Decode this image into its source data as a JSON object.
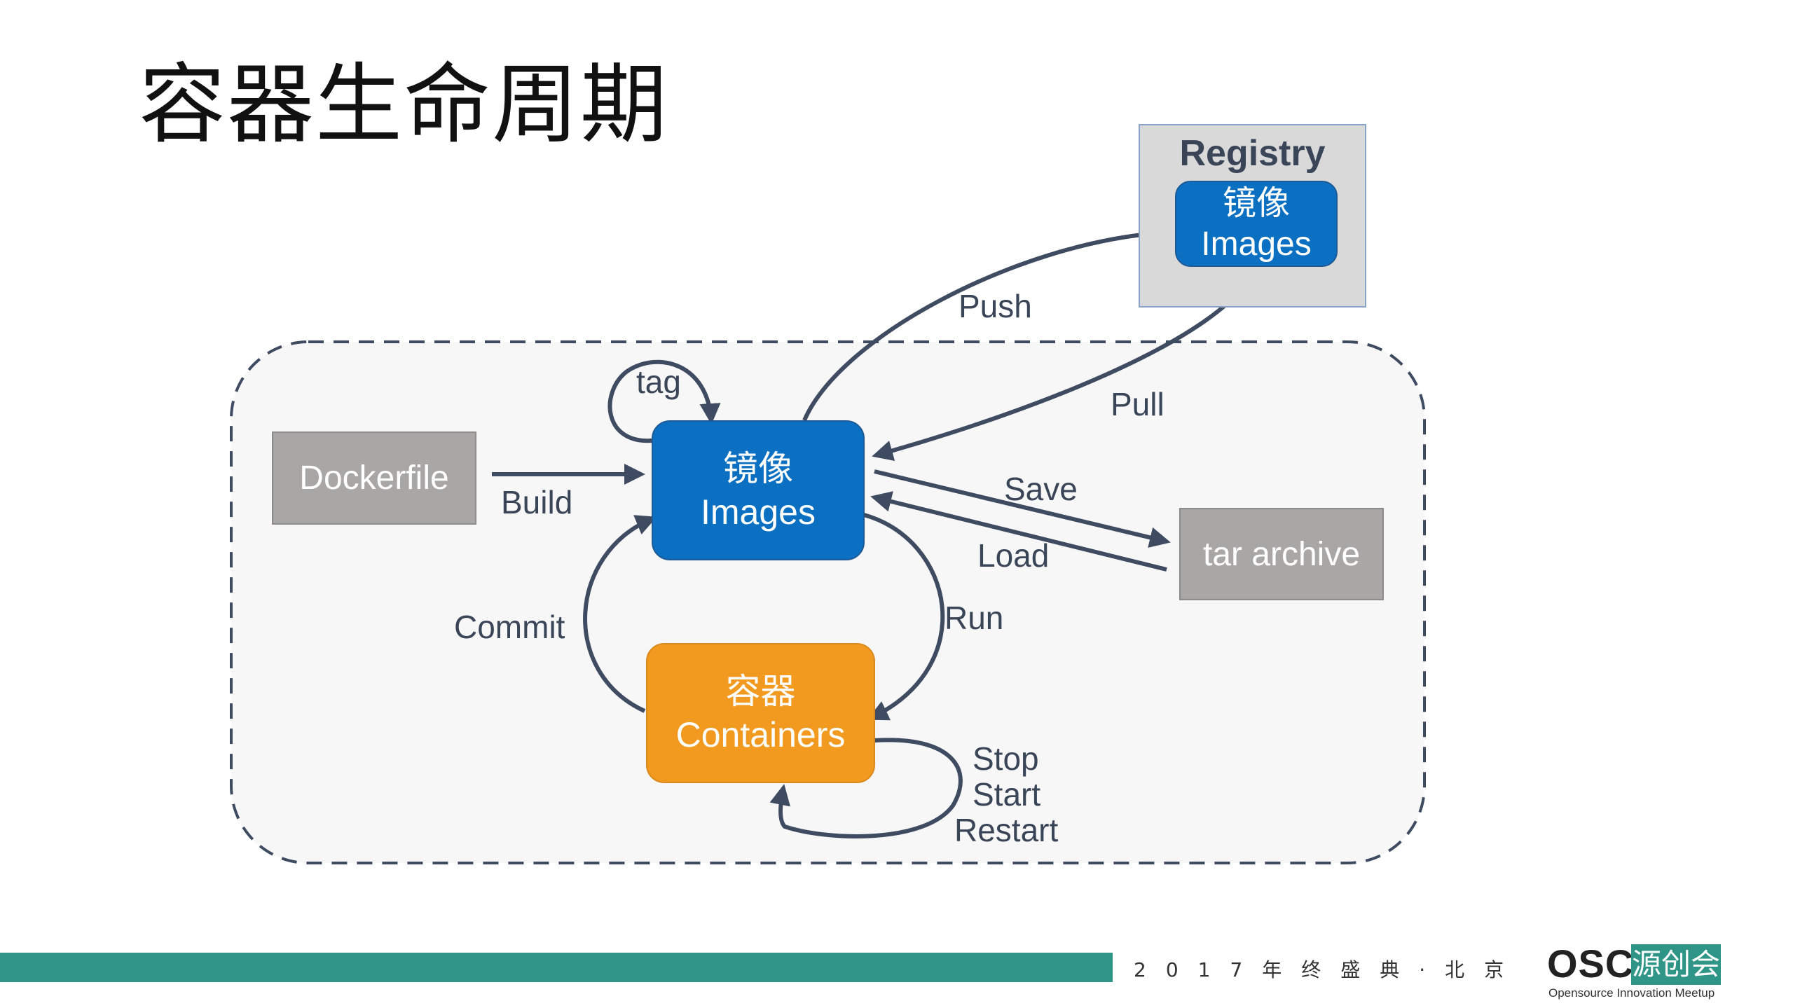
{
  "title": "容器生命周期",
  "nodes": {
    "dockerfile": "Dockerfile",
    "images_cn": "镜像",
    "images_en": "Images",
    "containers_cn": "容器",
    "containers_en": "Containers",
    "tar_archive": "tar archive",
    "registry_title": "Registry",
    "registry_images_cn": "镜像",
    "registry_images_en": "Images"
  },
  "edges": {
    "build": "Build",
    "tag": "tag",
    "push": "Push",
    "pull": "Pull",
    "save": "Save",
    "load": "Load",
    "run": "Run",
    "commit": "Commit",
    "stop": "Stop",
    "start": "Start",
    "restart": "Restart"
  },
  "footer": {
    "event": "2017年终盛典·北京",
    "logo_osc": "OSC",
    "logo_cn": "源创会",
    "logo_sub": "Opensource Innovation Meetup"
  },
  "colors": {
    "blue": "#0b6fc2",
    "orange": "#f29a1f",
    "gray": "#a9a6a6",
    "arrow": "#3f4b61",
    "teal": "#2e9587"
  }
}
